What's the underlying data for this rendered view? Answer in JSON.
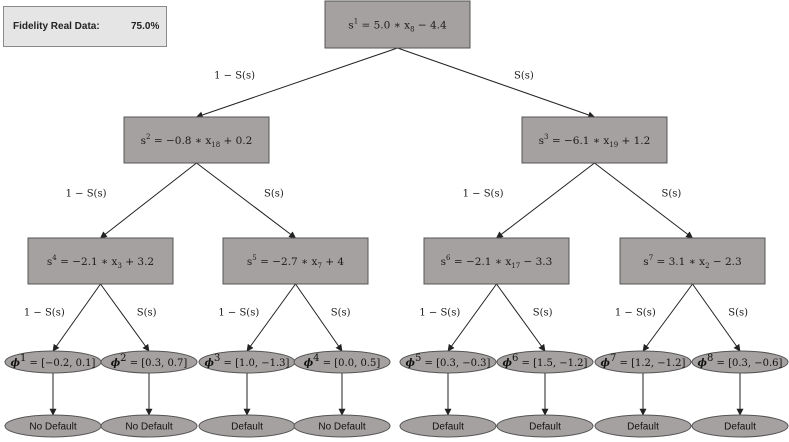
{
  "fidelity": {
    "label": "Fidelity Real Data:",
    "value": "75.0%"
  },
  "colors": {
    "node_fill": "#a6a1a1",
    "node_stroke": "#555555",
    "edge": "#222222"
  },
  "edge_labels": {
    "left": "1 − S(s)",
    "right": "S(s)"
  },
  "nodes": [
    {
      "sup": "1",
      "coef": "5.0",
      "var_sub": "8",
      "op": "−",
      "const": "4.4"
    },
    {
      "sup": "2",
      "coef": "−0.8",
      "var_sub": "18",
      "op": "+",
      "const": "0.2"
    },
    {
      "sup": "3",
      "coef": "−6.1",
      "var_sub": "19",
      "op": "+",
      "const": "1.2"
    },
    {
      "sup": "4",
      "coef": "−2.1",
      "var_sub": "3",
      "op": "+",
      "const": "3.2"
    },
    {
      "sup": "5",
      "coef": "−2.7",
      "var_sub": "7",
      "op": "+",
      "const": "4"
    },
    {
      "sup": "6",
      "coef": "−2.1",
      "var_sub": "17",
      "op": "−",
      "const": "3.3"
    },
    {
      "sup": "7",
      "coef": "3.1",
      "var_sub": "2",
      "op": "−",
      "const": "2.3"
    }
  ],
  "leaves": [
    {
      "sup": "1",
      "value": "[−0.2, 0.1]",
      "outcome": "No Default"
    },
    {
      "sup": "2",
      "value": "[0.3, 0.7]",
      "outcome": "No Default"
    },
    {
      "sup": "3",
      "value": "[1.0, −1.3]",
      "outcome": "Default"
    },
    {
      "sup": "4",
      "value": "[0.0, 0.5]",
      "outcome": "No Default"
    },
    {
      "sup": "5",
      "value": "[0.3, −0.3]",
      "outcome": "Default"
    },
    {
      "sup": "6",
      "value": "[1.5, −1.2]",
      "outcome": "Default"
    },
    {
      "sup": "7",
      "value": "[1.2, −1.2]",
      "outcome": "Default"
    },
    {
      "sup": "8",
      "value": "[0.3, −0.6]",
      "outcome": "Default"
    }
  ]
}
